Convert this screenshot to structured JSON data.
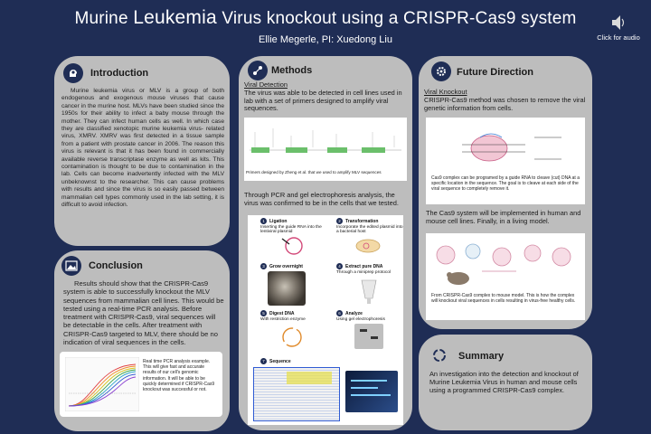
{
  "header": {
    "title_pre": "Murine ",
    "title_big": "Leukemia",
    "title_post": " Virus knockout using a CRISPR-Cas9 system",
    "authors": "Ellie Megerle, PI: Xuedong Liu",
    "audio_label": "Click for audio"
  },
  "introduction": {
    "heading": "Introduction",
    "text": "Murine leukemia virus or MLV is a group of both endogenous and exogenous mouse viruses that cause cancer in the murine host. MLVs have been studied since the 1950s for their ability to infect a baby mouse through the mother. They can infect human cells as well. In which case they are classified xenotopic murine leukemia virus- related virus, XMRV. XMRV was first detected in a tissue sample from a patient with prostate cancer in 2006. The reason this virus is relevant is that it has been found in commercially available reverse transcriptase enzyme as well as kits. This contamination is thought to be due to contamination in the lab. Cells can become inadvertently infected with the MLV unbeknownst to the researcher. This can cause problems with results and since the virus is so easily passed between mammalian cell types commonly used in the lab setting, it is difficult to avoid infection."
  },
  "conclusion": {
    "heading": "Conclusion",
    "text": "Results should show that the CRISPR-Cas9 system is able to successfully knockout the MLV sequences from mammalian cell lines. This would be tested using a real-time PCR analysis. Before treatment with CRISPR-Cas9, viral sequences will be detectable in the cells. After treatment with CRISPR-Cas9 targeted to MLV, there should be no indication of viral sequences in the cells.",
    "caption": "Real time PCR analysis example. This will give fast and accurate results of our cell's genomic information. It will be able to be quickly determined if CRISPR-Cas9 knockout was successful or not."
  },
  "methods": {
    "heading": "Methods",
    "sub": "Viral Detection",
    "text1": "The virus was able to be detected in cell lines used in lab with a set of primers designed to amplify viral sequences.",
    "primer_caption": "Primers designed by Zheng et al. that we used to amplify MLV sequences",
    "text2": "Through PCR and gel electrophoresis analysis, the virus was confirmed to be in the cells that we tested.",
    "steps": [
      {
        "n": "1",
        "title": "Ligation",
        "desc": "Inserting the guide RNA into the lentiviral plasmid"
      },
      {
        "n": "2",
        "title": "Transformation",
        "desc": "Incorporate the edited plasmid into a bacterial host"
      },
      {
        "n": "3",
        "title": "Grow overnight",
        "desc": ""
      },
      {
        "n": "4",
        "title": "Extract pure DNA",
        "desc": "Through a miniprep protocol"
      },
      {
        "n": "5",
        "title": "Digest DNA",
        "desc": "With restriction enzyme"
      },
      {
        "n": "6",
        "title": "Analyze",
        "desc": "Using gel electrophoresis"
      },
      {
        "n": "7",
        "title": "Sequence",
        "desc": ""
      }
    ]
  },
  "future": {
    "heading": "Future Direction",
    "sub": "Viral Knockout",
    "text1": "CRISPR-Cas9 method was chosen to remove the viral genetic information from cells.",
    "caption1": "Cas9 complex can be programed by a guide RNA to cleave (cut) DNA at a specific location in the sequence. The goal is to cleave at each side of the viral sequence to completely remove it.",
    "text2": "The Cas9 system will be implemented in human and mouse cell lines. Finally, in a living model.",
    "caption2": "From CRISPR-Cas9 complex to mouse model. This is how the complex will knockout viral sequences in cells resulting in virus-free healthy cells."
  },
  "summary": {
    "heading": "Summary",
    "text": "An investigation into the detection and knockout of Murine Leukemia Virus in human and mouse cells using a programmed CRISPR-Cas9 complex."
  },
  "colors": {
    "background": "#1f2d55",
    "panel": "#bdbdbd",
    "accent": "#1f2d55"
  },
  "icons": {
    "intro": "head-brain-icon",
    "conclusion": "mountain-image-icon",
    "methods": "molecule-icon",
    "future": "gears-head-icon",
    "summary": "cycle-icon",
    "audio": "speaker-icon"
  }
}
